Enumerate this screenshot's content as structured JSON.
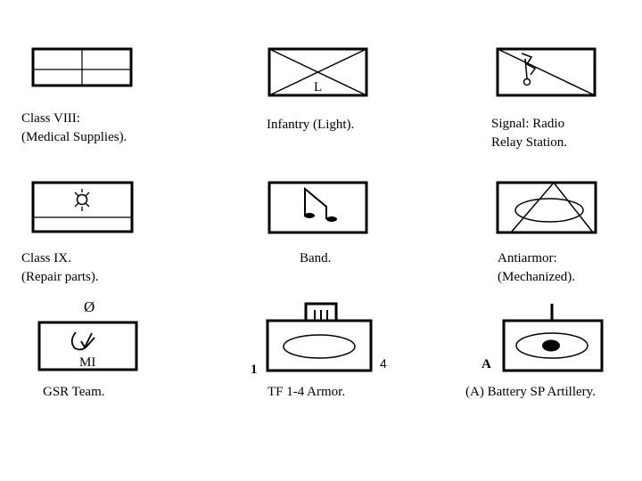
{
  "symbols": [
    {
      "id": "class-viii",
      "caption": [
        "Class VIII:",
        "(Medical Supplies)."
      ]
    },
    {
      "id": "infantry-light",
      "caption": [
        "Infantry (Light)."
      ],
      "modifier": "L"
    },
    {
      "id": "signal-radio-relay",
      "caption": [
        "Signal:  Radio",
        "Relay Station."
      ]
    },
    {
      "id": "class-ix",
      "caption": [
        "Class IX.",
        "(Repair  parts)."
      ]
    },
    {
      "id": "band",
      "caption": [
        "Band."
      ]
    },
    {
      "id": "antiarmor-mechanized",
      "caption": [
        "Antiarmor:",
        "(Mechanized)."
      ]
    },
    {
      "id": "gsr-team",
      "caption": [
        "GSR Team."
      ],
      "modifier": "MI",
      "top_mark": "Ø"
    },
    {
      "id": "tf-armor",
      "caption": [
        "TF 1-4 Armor."
      ],
      "left_mark": "1",
      "right_mark": "4"
    },
    {
      "id": "battery-sp-artillery",
      "caption": [
        "(A) Battery SP Artillery."
      ],
      "modifier": "A"
    }
  ]
}
